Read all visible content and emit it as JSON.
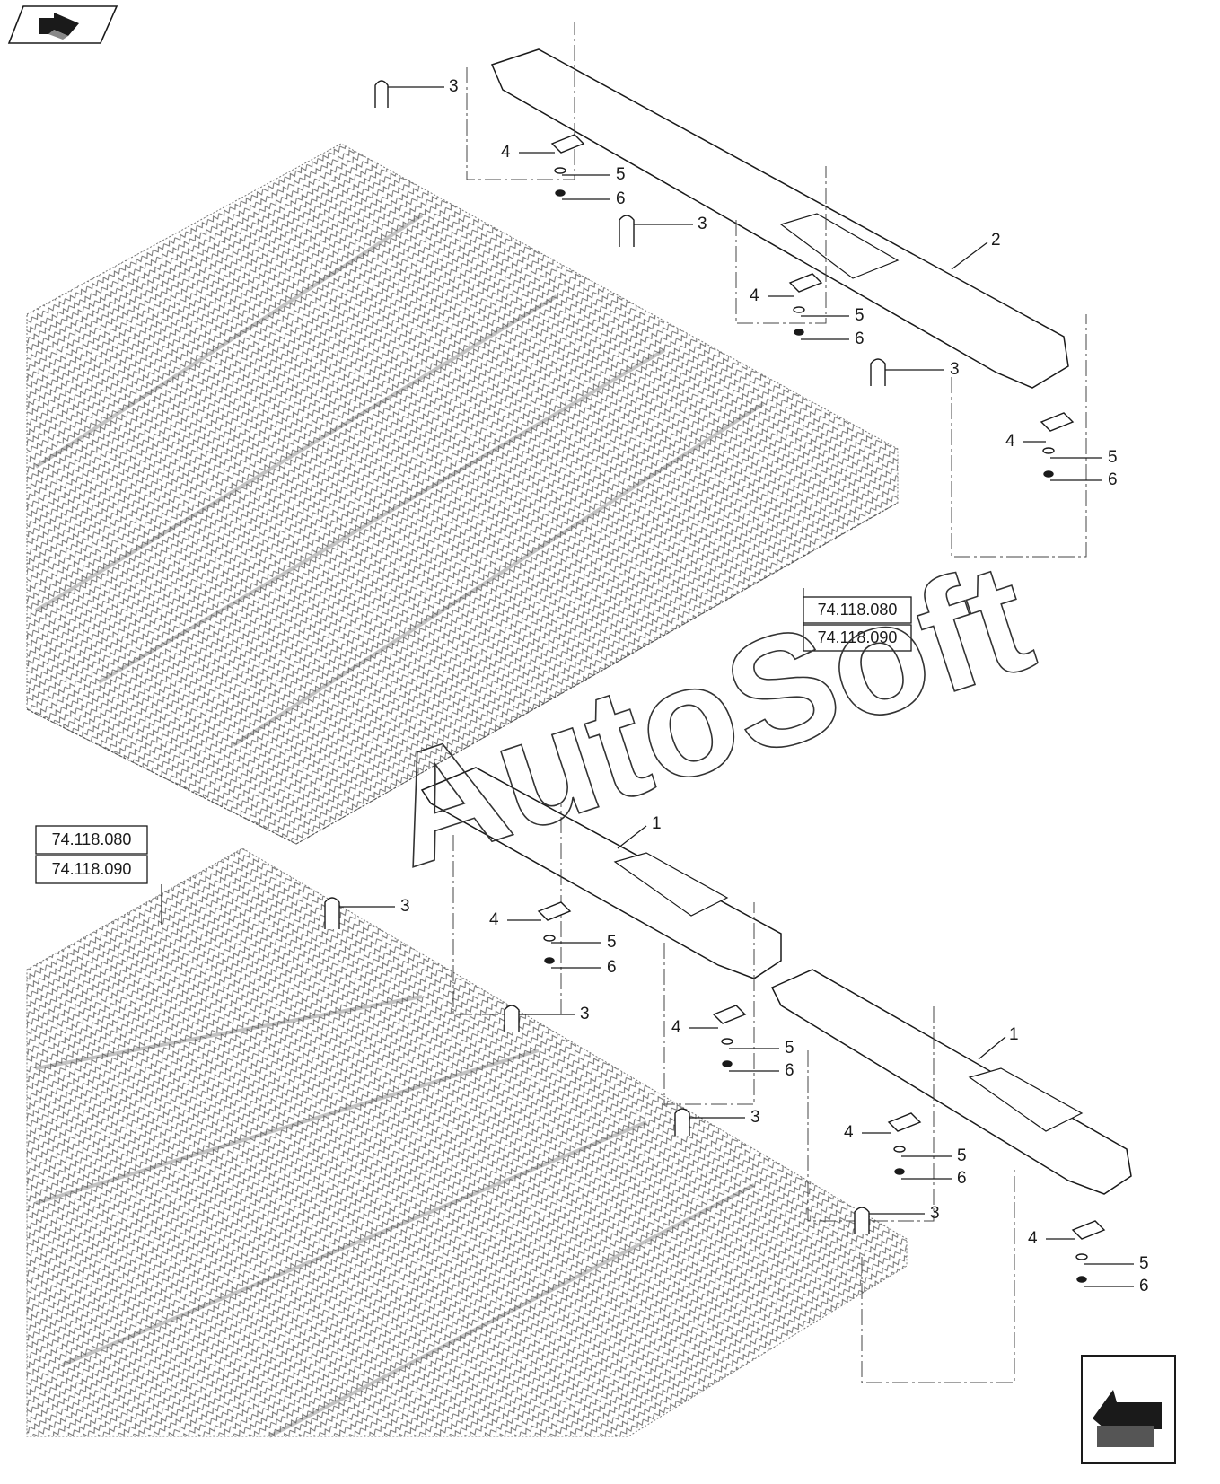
{
  "toolbar": {
    "back_icon": "back-arrow-icon",
    "forward_icon": "next-arrow-icon"
  },
  "callout_numbers": {
    "part_1": "1",
    "part_2": "2",
    "part_3": "3",
    "part_4": "4",
    "part_5": "5",
    "part_6": "6"
  },
  "reference_refs": {
    "upper": [
      "74.118.080",
      "74.118.090"
    ],
    "lower": [
      "74.118.080",
      "74.118.090"
    ]
  },
  "watermark": "AutoSoft",
  "colors": {
    "line": "#1a1a1a",
    "grate_dot": "#555555",
    "background": "#ffffff"
  }
}
